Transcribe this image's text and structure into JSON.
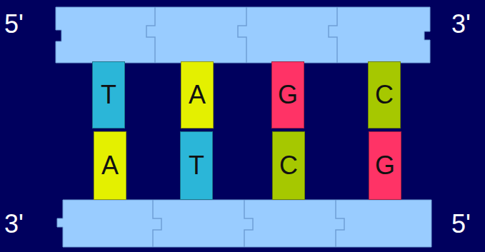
{
  "diagram": {
    "nodes": [
      {
        "text": [
          "T"
        ]
      },
      {
        "text": [
          "A"
        ]
      },
      {
        "text": [
          "G"
        ]
      },
      {
        "text": [
          "C"
        ]
      },
      {
        "text": [
          "A"
        ]
      },
      {
        "text": [
          "T"
        ]
      },
      {
        "text": [
          "C"
        ]
      },
      {
        "text": [
          "G"
        ]
      }
    ],
    "labels": [
      "5'",
      "3'",
      "3'",
      "5'"
    ]
  }
}
